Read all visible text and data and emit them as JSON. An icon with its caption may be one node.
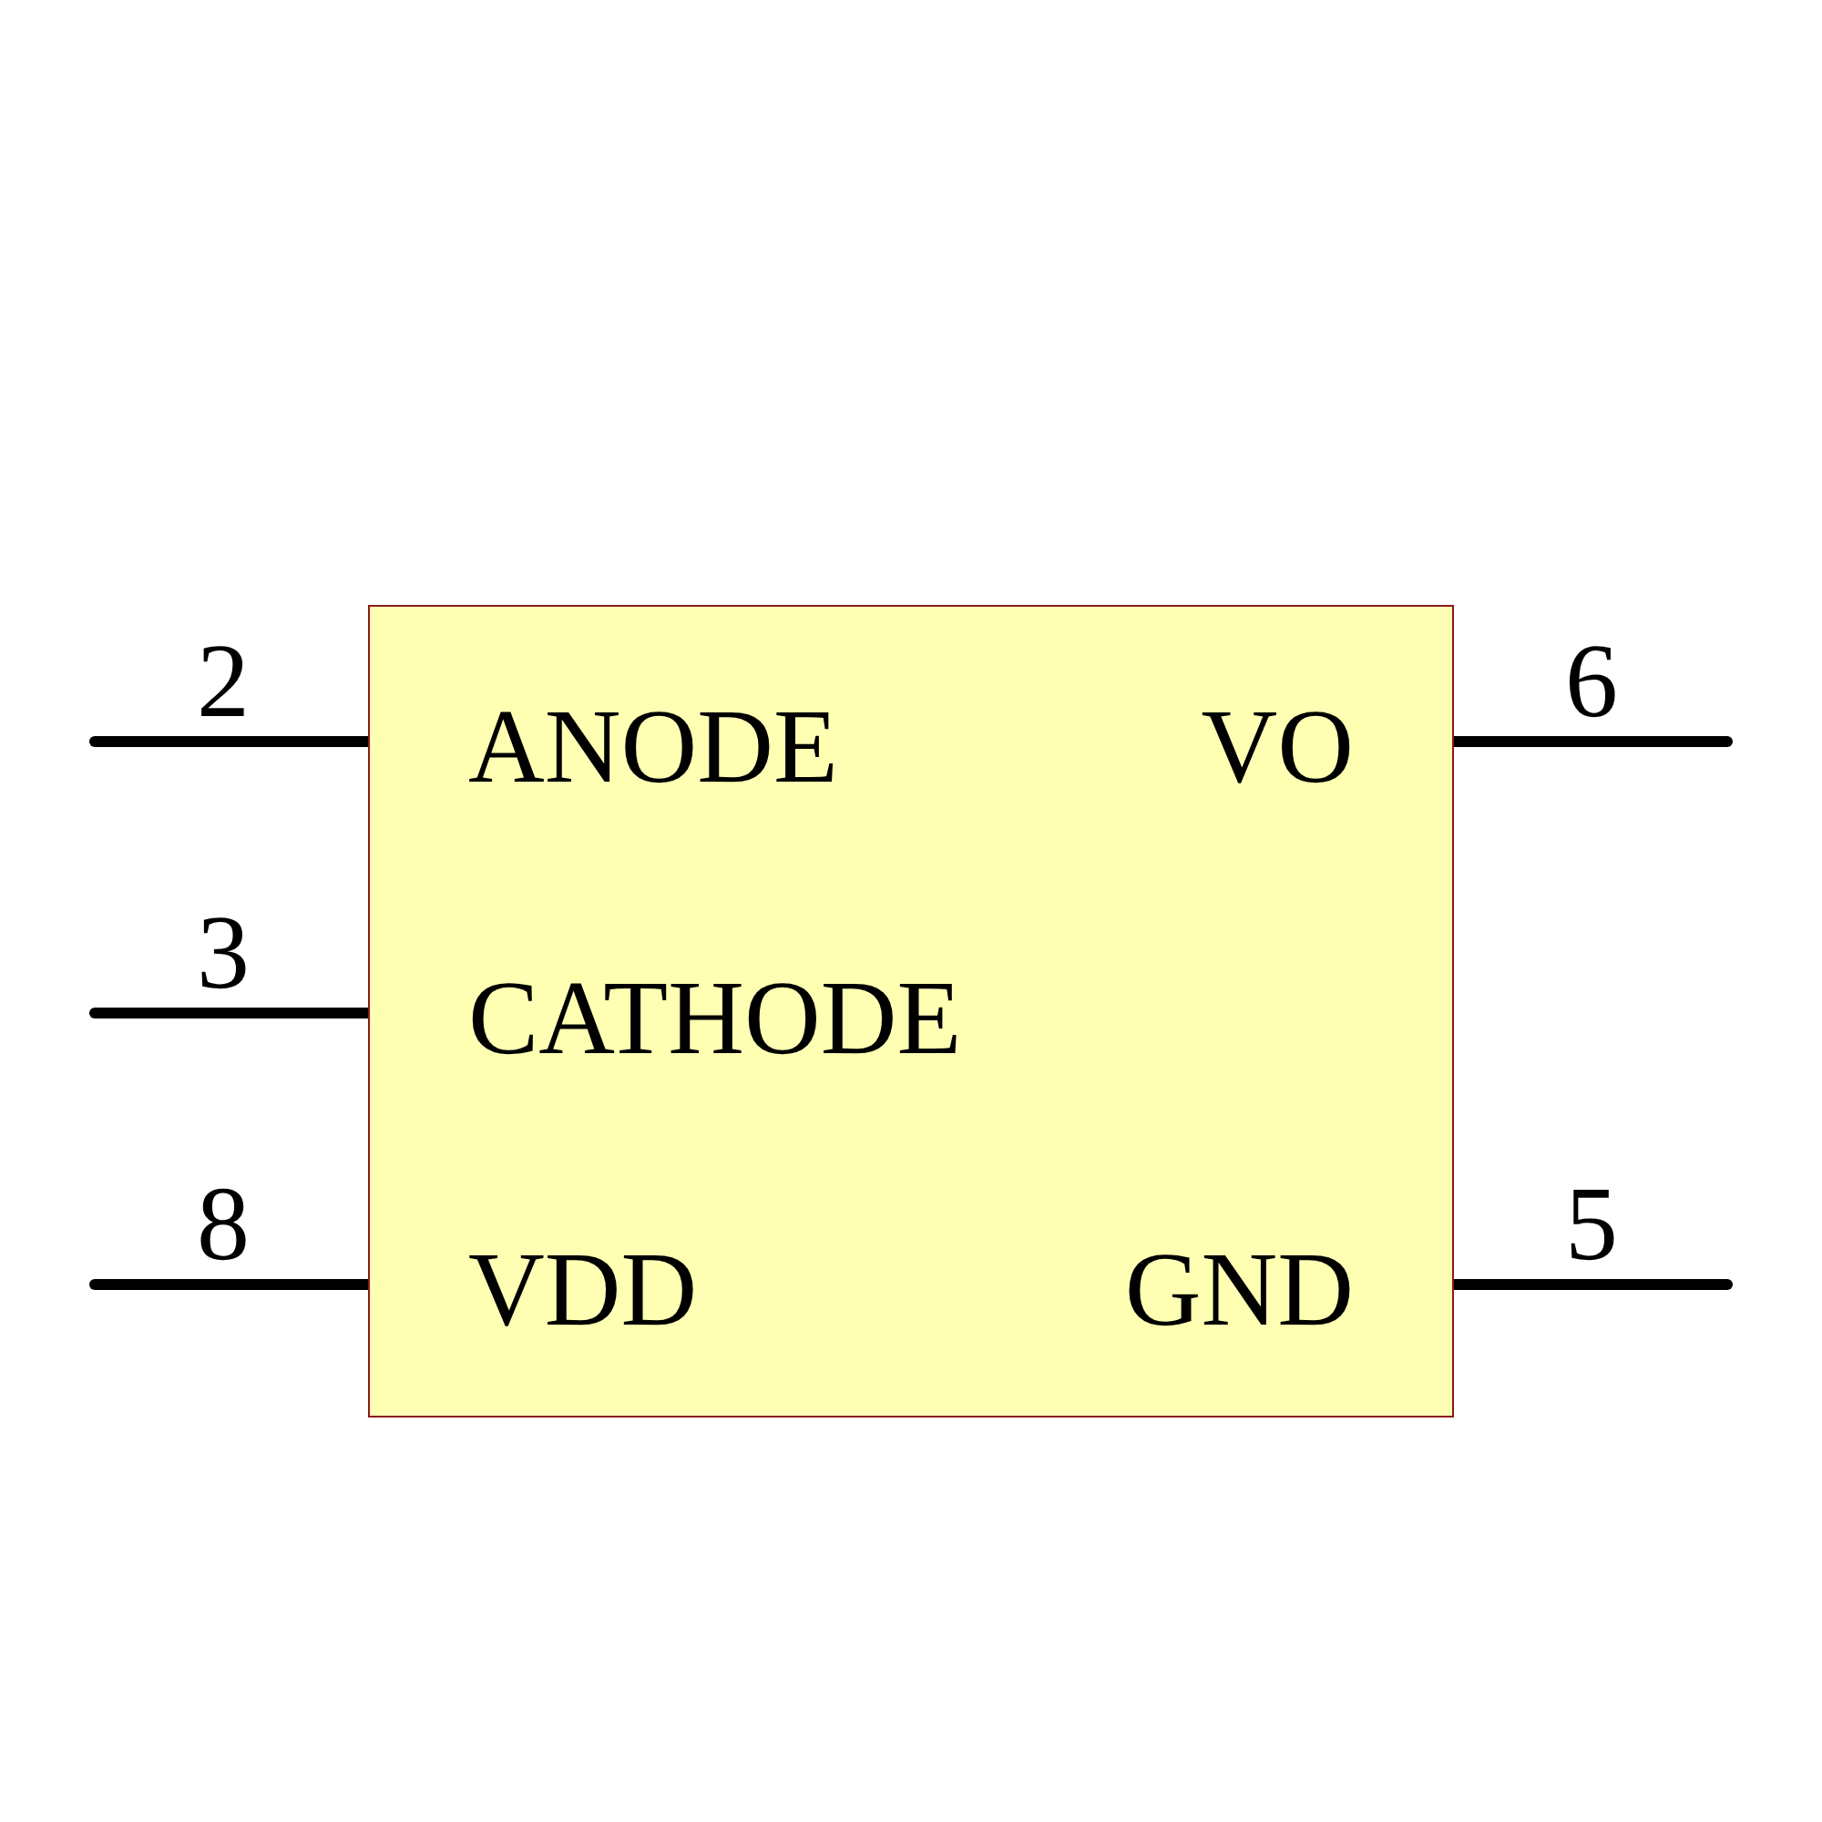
{
  "diagram": {
    "nodes": [
      {
        "text": [
          "ANODE",
          "VO",
          "CATHODE",
          "VDD",
          "GND"
        ]
      }
    ],
    "labels": [
      "2",
      "6",
      "3",
      "8",
      "5"
    ]
  }
}
